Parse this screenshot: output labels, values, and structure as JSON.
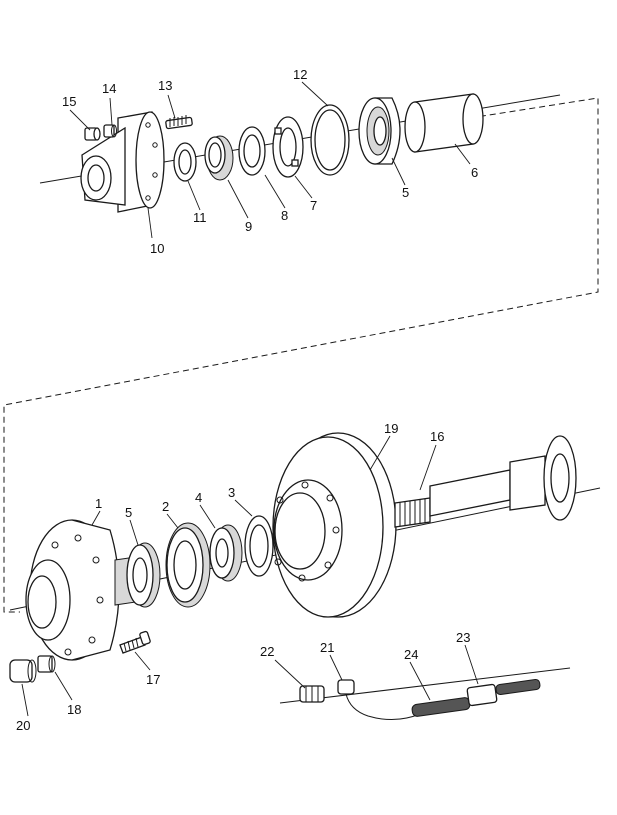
{
  "callouts": {
    "c1": "1",
    "c2": "2",
    "c3": "3",
    "c4": "4",
    "c5a": "5",
    "c5b": "5",
    "c6": "6",
    "c7": "7",
    "c8": "8",
    "c9": "9",
    "c10": "10",
    "c11": "11",
    "c12": "12",
    "c13": "13",
    "c14": "14",
    "c15": "15",
    "c16": "16",
    "c17": "17",
    "c18": "18",
    "c19": "19",
    "c20": "20",
    "c21": "21",
    "c22": "22",
    "c23": "23",
    "c24": "24"
  },
  "colors": {
    "line": "#1a1a1a",
    "background": "#ffffff",
    "shade": "#d8d8d8"
  }
}
